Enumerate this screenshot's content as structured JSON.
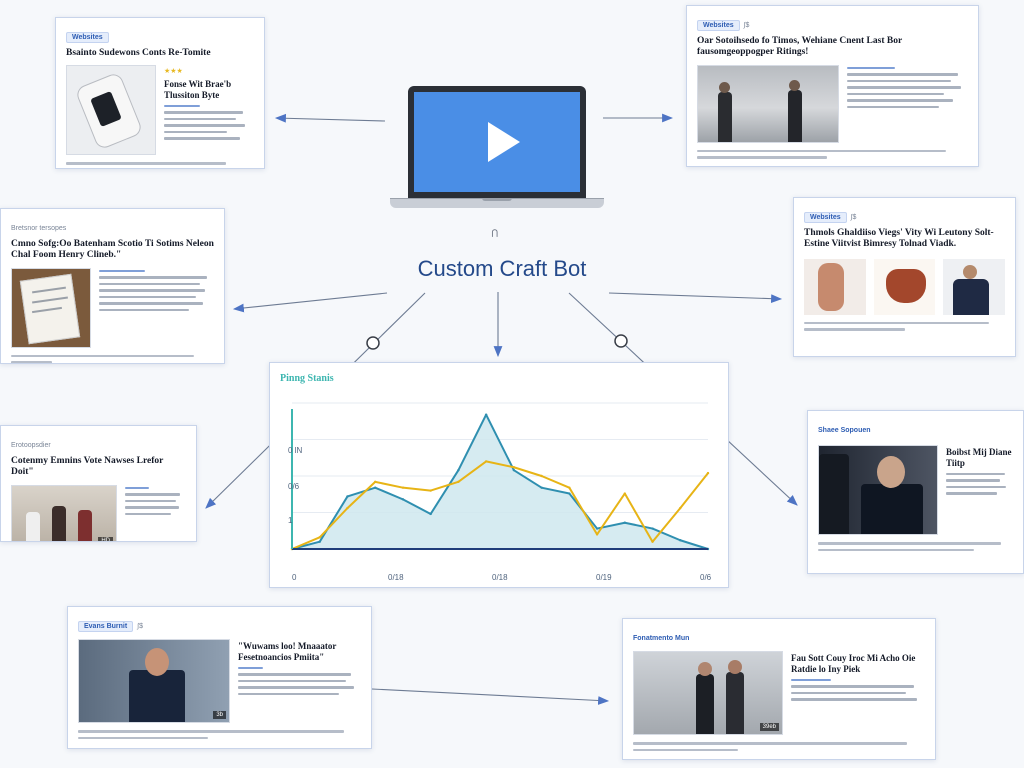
{
  "hub": {
    "title": "Custom Craft Bot",
    "icon": "play-icon",
    "link_icon": "paperclip-icon"
  },
  "colors": {
    "hub_screen": "#4a8ee6",
    "hub_title": "#24498a",
    "connector": "#6d7b93",
    "arrow": "#4e74c4",
    "series_blue": "#2f8fb0",
    "series_yellow": "#e7b416",
    "area_fill": "#cfe8ef",
    "chart_title": "#3db6b0"
  },
  "cards": {
    "top_left": {
      "tag": "Websites",
      "title": "Bsainto Sudewons Conts Re-Tomite",
      "subhead": "Fonse Wit Brae'b Tlussiton Byte",
      "stars": "★★★",
      "image": "handheld-device-image"
    },
    "top_right": {
      "tag": "Websites",
      "tag_suffix": "∫$",
      "title": "Oar Sotoihsedo fo Timos, Wehiane Cnent Last Bor fausomgeoppogper Ritings!",
      "image": "two-people-walking-image"
    },
    "mid_left": {
      "tag_plain": "Bretsnor tersopes",
      "title": "Cmno Sofg:Oo Batenham Scotio Ti Sotims Neleon Chal Foom Henry Clineb.\"",
      "image": "document-papers-image"
    },
    "mid_right": {
      "tag": "Websites",
      "tag_suffix": "∫$",
      "title": "Thmols Ghaldiiso Viegs' Vity Wi Leutony Solt-Estine Viitvist Bimresy Tolnad Viadk.",
      "image": "three-products-image"
    },
    "left_small": {
      "tag_plain": "Erotoopsdier",
      "title": "Cotenmy Emnins Vote Nawses Lrefor Doit\"",
      "image": "office-people-image",
      "badge": "HD"
    },
    "right_person": {
      "tag_plain": "Shaee Sopouen",
      "title": "Boibst Mij Diane Tiitp",
      "image": "speaker-portrait-image"
    },
    "bottom_left": {
      "tag": "Evans Burnit",
      "tag_suffix": "∫$",
      "title": "\"Wuwams loo! Mnaaator Fesetnoancios Pmiita\"",
      "image": "man-in-suit-image",
      "badge": "3b"
    },
    "bottom_right": {
      "tag_plain": "Fonatmento Mun",
      "title": "Fau Sott Couy Iroc Mi Acho Oie Ratdie lo Iny Piek",
      "image": "two-men-standing-image",
      "badge": "39eb"
    }
  },
  "chart_data": {
    "type": "line",
    "title": "Pinng Stanis",
    "x_ticks": [
      "0",
      "0/18",
      "0/18",
      "0/19",
      "0/6"
    ],
    "y_ticks": [
      "0 lN",
      "0/6",
      "1"
    ],
    "x": [
      0,
      1,
      2,
      3,
      4,
      5,
      6,
      7,
      8,
      9,
      10,
      11,
      12,
      13,
      14,
      15
    ],
    "xlim": [
      0,
      15
    ],
    "ylim": [
      0,
      1
    ],
    "series": [
      {
        "color": "#2f8fb0",
        "filled": true,
        "values": [
          0.0,
          0.05,
          0.36,
          0.42,
          0.34,
          0.24,
          0.54,
          0.92,
          0.54,
          0.42,
          0.38,
          0.14,
          0.18,
          0.14,
          0.06,
          0.0
        ]
      },
      {
        "color": "#e7b416",
        "filled": false,
        "values": [
          0.0,
          0.08,
          0.28,
          0.46,
          0.42,
          0.4,
          0.46,
          0.6,
          0.56,
          0.5,
          0.42,
          0.1,
          0.38,
          0.05,
          0.28,
          0.52
        ]
      }
    ]
  }
}
